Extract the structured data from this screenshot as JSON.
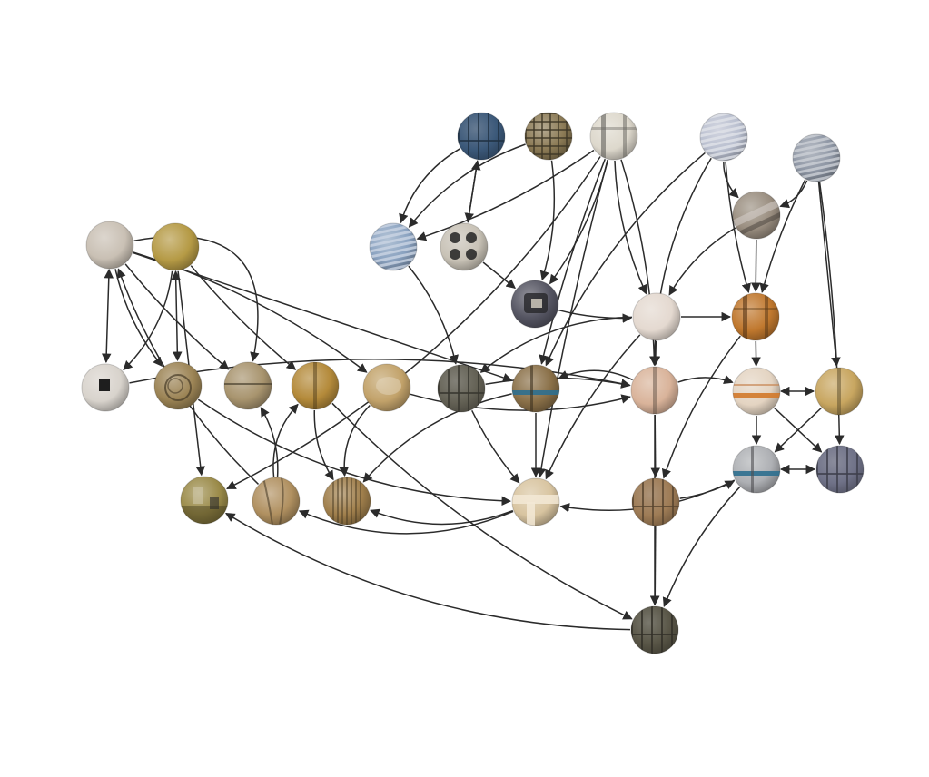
{
  "diagram": {
    "type": "network",
    "nodes": [
      {
        "id": "A",
        "tone": "#c9c0b4",
        "pattern": "plain"
      },
      {
        "id": "B",
        "tone": "#b59a45",
        "pattern": "plain"
      },
      {
        "id": "C",
        "tone": "#d8d3cc",
        "pattern": "dark-square"
      },
      {
        "id": "D",
        "tone": "#9c8455",
        "pattern": "wires"
      },
      {
        "id": "E",
        "tone": "#a8946e",
        "pattern": "hline"
      },
      {
        "id": "F",
        "tone": "#b48a3a",
        "pattern": "pole"
      },
      {
        "id": "G",
        "tone": "#c2a26a",
        "pattern": "smudge"
      },
      {
        "id": "H",
        "tone": "#7c7a6a",
        "pattern": "window"
      },
      {
        "id": "I",
        "tone": "#8a7048",
        "pattern": "blue-band"
      },
      {
        "id": "J",
        "tone": "#9a8a48",
        "pattern": "room"
      },
      {
        "id": "K",
        "tone": "#b09060",
        "pattern": "branches"
      },
      {
        "id": "L",
        "tone": "#a07f4c",
        "pattern": "reeds"
      },
      {
        "id": "M",
        "tone": "#8aa2c0",
        "pattern": "blinds"
      },
      {
        "id": "N",
        "tone": "#c8c2b6",
        "pattern": "dots"
      },
      {
        "id": "O",
        "tone": "#555562",
        "pattern": "device"
      },
      {
        "id": "P",
        "tone": "#4a6f96",
        "pattern": "window"
      },
      {
        "id": "Q",
        "tone": "#8b7a55",
        "pattern": "grid"
      },
      {
        "id": "R",
        "tone": "#ddd8cc",
        "pattern": "frame"
      },
      {
        "id": "S",
        "tone": "#b9bfcf",
        "pattern": "blinds"
      },
      {
        "id": "T",
        "tone": "#8e96a4",
        "pattern": "blinds"
      },
      {
        "id": "U",
        "tone": "#9a8e80",
        "pattern": "pipes"
      },
      {
        "id": "V",
        "tone": "#e4d9d0",
        "pattern": "plain"
      },
      {
        "id": "W",
        "tone": "#c0782e",
        "pattern": "frame"
      },
      {
        "id": "X",
        "tone": "#d9b39a",
        "pattern": "pole"
      },
      {
        "id": "Y",
        "tone": "#e4d4c2",
        "pattern": "orange-band"
      },
      {
        "id": "Z",
        "tone": "#c8a660",
        "pattern": "pole"
      },
      {
        "id": "AA",
        "tone": "#aeb0b4",
        "pattern": "blue-band"
      },
      {
        "id": "AB",
        "tone": "#8a8ea8",
        "pattern": "window"
      },
      {
        "id": "AC",
        "tone": "#d8c4a0",
        "pattern": "corner"
      },
      {
        "id": "AD",
        "tone": "#c49a6a",
        "pattern": "window"
      },
      {
        "id": "AE",
        "tone": "#6f6a58",
        "pattern": "window"
      }
    ],
    "edges": [
      {
        "from": "A",
        "to": "C",
        "bend": 0,
        "both": true
      },
      {
        "from": "A",
        "to": "D",
        "bend": 20
      },
      {
        "from": "A",
        "to": "E",
        "bend": 10
      },
      {
        "from": "A",
        "to": "G",
        "bend": -30
      },
      {
        "from": "A",
        "to": "I",
        "bend": 0
      },
      {
        "from": "A",
        "to": "E",
        "bend": -160
      },
      {
        "from": "B",
        "to": "D",
        "bend": 0,
        "both": true
      },
      {
        "from": "B",
        "to": "F",
        "bend": 10
      },
      {
        "from": "B",
        "to": "J",
        "bend": 0
      },
      {
        "from": "B",
        "to": "C",
        "bend": -30
      },
      {
        "from": "K",
        "to": "A",
        "bend": -40
      },
      {
        "from": "K",
        "to": "E",
        "bend": 20
      },
      {
        "from": "K",
        "to": "F",
        "bend": -30
      },
      {
        "from": "C",
        "to": "X",
        "bend": -60
      },
      {
        "from": "D",
        "to": "AC",
        "bend": 60
      },
      {
        "from": "F",
        "to": "L",
        "bend": 20
      },
      {
        "from": "F",
        "to": "AE",
        "bend": 40
      },
      {
        "from": "G",
        "to": "L",
        "bend": 30
      },
      {
        "from": "G",
        "to": "X",
        "bend": 40
      },
      {
        "from": "M",
        "to": "H",
        "bend": -20
      },
      {
        "from": "N",
        "to": "O",
        "bend": 0
      },
      {
        "from": "N",
        "to": "P",
        "bend": 0
      },
      {
        "from": "P",
        "to": "M",
        "bend": 30
      },
      {
        "from": "P",
        "to": "N",
        "bend": 0
      },
      {
        "from": "Q",
        "to": "M",
        "bend": 30
      },
      {
        "from": "Q",
        "to": "O",
        "bend": -20
      },
      {
        "from": "R",
        "to": "I",
        "bend": 10
      },
      {
        "from": "R",
        "to": "O",
        "bend": -20
      },
      {
        "from": "R",
        "to": "AC",
        "bend": 10
      },
      {
        "from": "R",
        "to": "V",
        "bend": 20
      },
      {
        "from": "R",
        "to": "X",
        "bend": -20
      },
      {
        "from": "R",
        "to": "M",
        "bend": -20
      },
      {
        "from": "R",
        "to": "J",
        "bend": -80
      },
      {
        "from": "S",
        "to": "U",
        "bend": 20
      },
      {
        "from": "S",
        "to": "W",
        "bend": 10
      },
      {
        "from": "S",
        "to": "I",
        "bend": 40
      },
      {
        "from": "S",
        "to": "X",
        "bend": 40
      },
      {
        "from": "T",
        "to": "U",
        "bend": -20
      },
      {
        "from": "T",
        "to": "Z",
        "bend": 0
      },
      {
        "from": "T",
        "to": "AB",
        "bend": -10
      },
      {
        "from": "T",
        "to": "W",
        "bend": 10
      },
      {
        "from": "U",
        "to": "W",
        "bend": 0
      },
      {
        "from": "U",
        "to": "V",
        "bend": 20
      },
      {
        "from": "O",
        "to": "V",
        "bend": 10
      },
      {
        "from": "V",
        "to": "X",
        "bend": 0
      },
      {
        "from": "V",
        "to": "W",
        "bend": 0
      },
      {
        "from": "V",
        "to": "AC",
        "bend": 20
      },
      {
        "from": "V",
        "to": "H",
        "bend": 40
      },
      {
        "from": "W",
        "to": "Y",
        "bend": 0
      },
      {
        "from": "W",
        "to": "AD",
        "bend": 20
      },
      {
        "from": "X",
        "to": "AD",
        "bend": 0
      },
      {
        "from": "X",
        "to": "AE",
        "bend": 0
      },
      {
        "from": "X",
        "to": "Y",
        "bend": -20
      },
      {
        "from": "X",
        "to": "I",
        "bend": 30
      },
      {
        "from": "Y",
        "to": "Z",
        "bend": 0,
        "both": true
      },
      {
        "from": "Y",
        "to": "AB",
        "bend": 0
      },
      {
        "from": "Y",
        "to": "AA",
        "bend": 0
      },
      {
        "from": "Z",
        "to": "AA",
        "bend": 0
      },
      {
        "from": "AA",
        "to": "AB",
        "bend": 0,
        "both": true
      },
      {
        "from": "AA",
        "to": "AE",
        "bend": 20
      },
      {
        "from": "AA",
        "to": "AC",
        "bend": -40
      },
      {
        "from": "AD",
        "to": "AE",
        "bend": 0
      },
      {
        "from": "AD",
        "to": "AA",
        "bend": 10
      },
      {
        "from": "H",
        "to": "AC",
        "bend": 10
      },
      {
        "from": "I",
        "to": "AC",
        "bend": 0
      },
      {
        "from": "AC",
        "to": "K",
        "bend": -60
      },
      {
        "from": "AC",
        "to": "L",
        "bend": -40
      },
      {
        "from": "AE",
        "to": "J",
        "bend": -70
      },
      {
        "from": "I",
        "to": "L",
        "bend": 40
      },
      {
        "from": "H",
        "to": "X",
        "bend": -20
      }
    ]
  }
}
